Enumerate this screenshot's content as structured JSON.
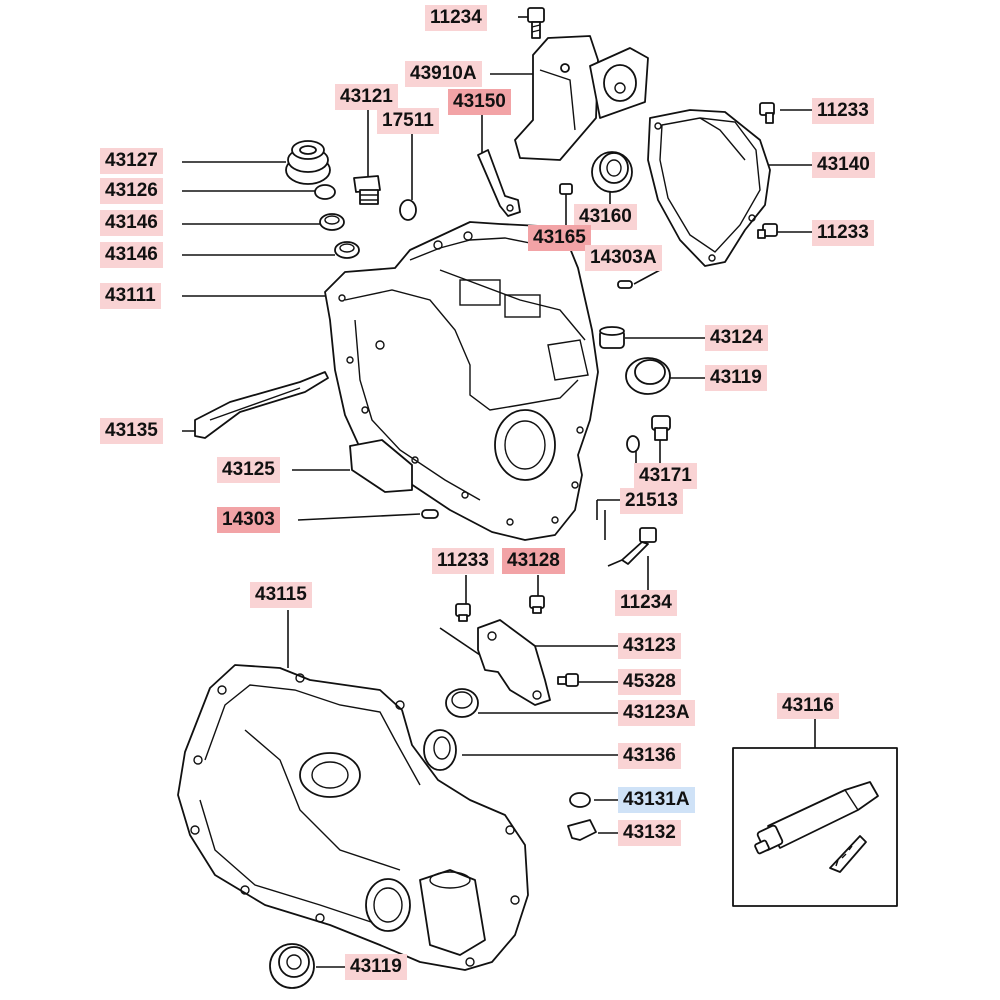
{
  "diagram": {
    "labels": {
      "p11234_top": "11234",
      "p43910A": "43910A",
      "p43121": "43121",
      "p43150": "43150",
      "p17511": "17511",
      "p11233_a": "11233",
      "p43140": "43140",
      "p11233_b": "11233",
      "p43127": "43127",
      "p43126": "43126",
      "p43146_a": "43146",
      "p43146_b": "43146",
      "p43160": "43160",
      "p43165": "43165",
      "p14303A": "14303A",
      "p43111": "43111",
      "p43124": "43124",
      "p43119_a": "43119",
      "p43135": "43135",
      "p43171": "43171",
      "p43125": "43125",
      "p21513": "21513",
      "p14303": "14303",
      "p11233_c": "11233",
      "p43128": "43128",
      "p11234_b": "11234",
      "p43115": "43115",
      "p43123": "43123",
      "p45328": "45328",
      "p43123A": "43123A",
      "p43116": "43116",
      "p43136": "43136",
      "p43131A": "43131A",
      "p43132": "43132",
      "p43119_b": "43119"
    },
    "label_styles": {
      "normal": "#f9d3d4",
      "highlighted": "#f2a3a6",
      "selected": "#cfe2f7"
    }
  }
}
